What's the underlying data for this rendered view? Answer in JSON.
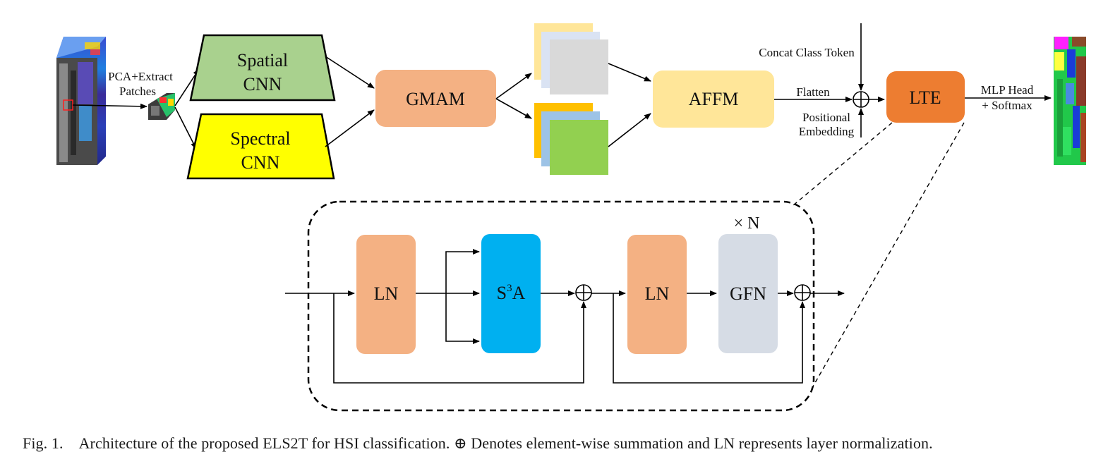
{
  "diagram": {
    "labels": {
      "pca_line1": "PCA+Extract",
      "pca_line2": "Patches",
      "spatial_line1": "Spatial",
      "spatial_line2": "CNN",
      "spectral_line1": "Spectral",
      "spectral_line2": "CNN",
      "gmam": "GMAM",
      "affm": "AFFM",
      "concat": "Concat Class Token",
      "flatten": "Flatten",
      "pos_line1": "Positional",
      "pos_line2": "Embedding",
      "lte": "LTE",
      "mlp_line1": "MLP Head",
      "mlp_line2": "+ Softmax",
      "repeat": "× N",
      "ln1": "LN",
      "s3a_base": "S",
      "s3a_sup": "3",
      "s3a_end": "A",
      "ln2": "LN",
      "gfn": "GFN"
    },
    "colors": {
      "spatial_cnn": "#a9d18e",
      "spectral_cnn": "#ffff00",
      "gmam": "#f4b183",
      "affm": "#ffe699",
      "lte": "#ed7d31",
      "ln": "#f4b183",
      "s3a": "#00b0f0",
      "gfn": "#d6dce5",
      "feature_top_a": "#ffe699",
      "feature_top_b": "#dae3f3",
      "feature_top_c": "#d9d9d9",
      "feature_bottom_a": "#ffc000",
      "feature_bottom_b": "#9dc3e6",
      "feature_bottom_c": "#92d050"
    }
  },
  "caption": {
    "figure_number": "Fig. 1.",
    "text": "Architecture of the proposed ELS2T for HSI classification. ⊕ Denotes element-wise summation and LN represents layer normalization."
  }
}
